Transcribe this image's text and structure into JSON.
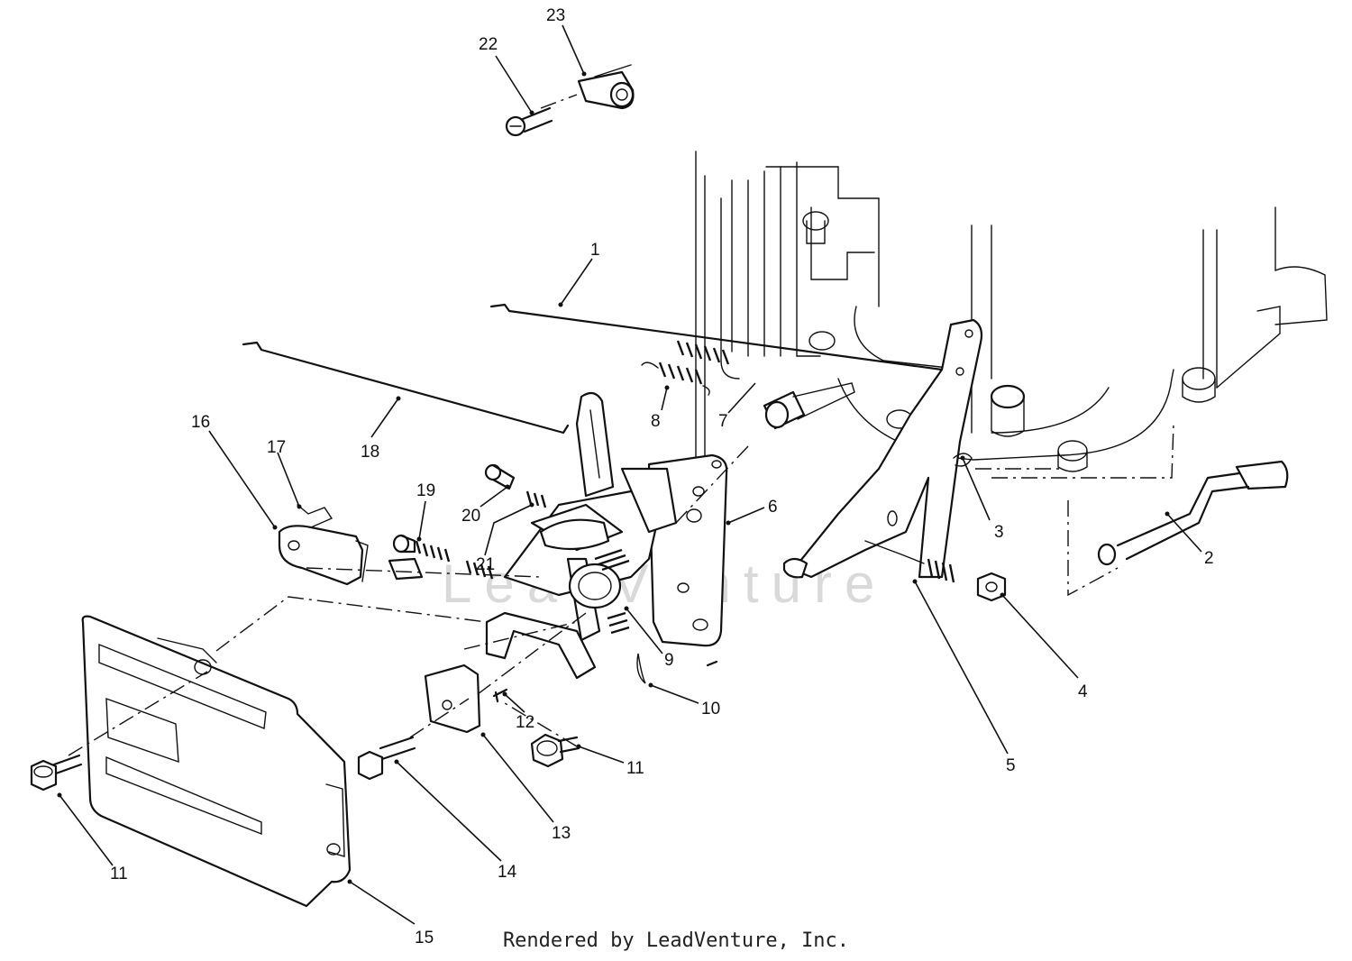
{
  "credit": "Rendered by LeadVenture, Inc.",
  "watermark": "LeadVenture",
  "callouts": [
    {
      "id": "1",
      "label": "1"
    },
    {
      "id": "2",
      "label": "2"
    },
    {
      "id": "3",
      "label": "3"
    },
    {
      "id": "4",
      "label": "4"
    },
    {
      "id": "5",
      "label": "5"
    },
    {
      "id": "6",
      "label": "6"
    },
    {
      "id": "7",
      "label": "7"
    },
    {
      "id": "8",
      "label": "8"
    },
    {
      "id": "9",
      "label": "9"
    },
    {
      "id": "10",
      "label": "10"
    },
    {
      "id": "11a",
      "label": "11"
    },
    {
      "id": "11b",
      "label": "11"
    },
    {
      "id": "12",
      "label": "12"
    },
    {
      "id": "13",
      "label": "13"
    },
    {
      "id": "14",
      "label": "14"
    },
    {
      "id": "15",
      "label": "15"
    },
    {
      "id": "16",
      "label": "16"
    },
    {
      "id": "17",
      "label": "17"
    },
    {
      "id": "18",
      "label": "18"
    },
    {
      "id": "19",
      "label": "19"
    },
    {
      "id": "20",
      "label": "20"
    },
    {
      "id": "21",
      "label": "21"
    },
    {
      "id": "22",
      "label": "22"
    },
    {
      "id": "23",
      "label": "23"
    }
  ]
}
